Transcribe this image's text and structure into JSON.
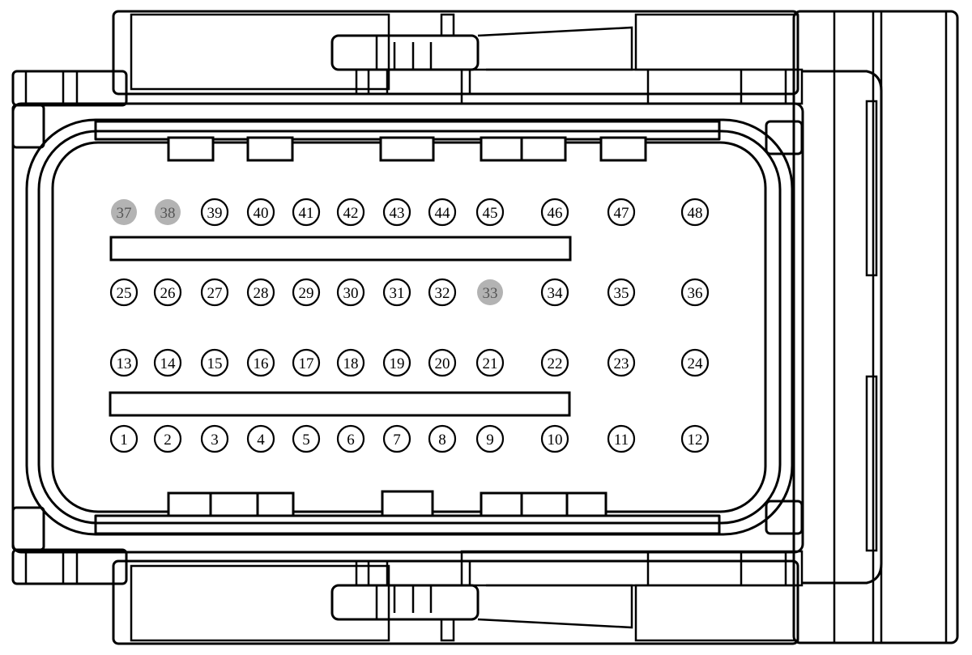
{
  "connector": {
    "pins": {
      "row_top": [
        "37",
        "38",
        "39",
        "40",
        "41",
        "42",
        "43",
        "44",
        "45",
        "46",
        "47",
        "48"
      ],
      "row_second": [
        "25",
        "26",
        "27",
        "28",
        "29",
        "30",
        "31",
        "32",
        "33",
        "34",
        "35",
        "36"
      ],
      "row_third": [
        "13",
        "14",
        "15",
        "16",
        "17",
        "18",
        "19",
        "20",
        "21",
        "22",
        "23",
        "24"
      ],
      "row_bottom": [
        "1",
        "2",
        "3",
        "4",
        "5",
        "6",
        "7",
        "8",
        "9",
        "10",
        "11",
        "12"
      ]
    },
    "highlighted_pins": [
      "37",
      "38",
      "33"
    ],
    "colors": {
      "outline": "#000000",
      "background": "#ffffff",
      "highlight_fill": "#b3b3b3"
    }
  }
}
